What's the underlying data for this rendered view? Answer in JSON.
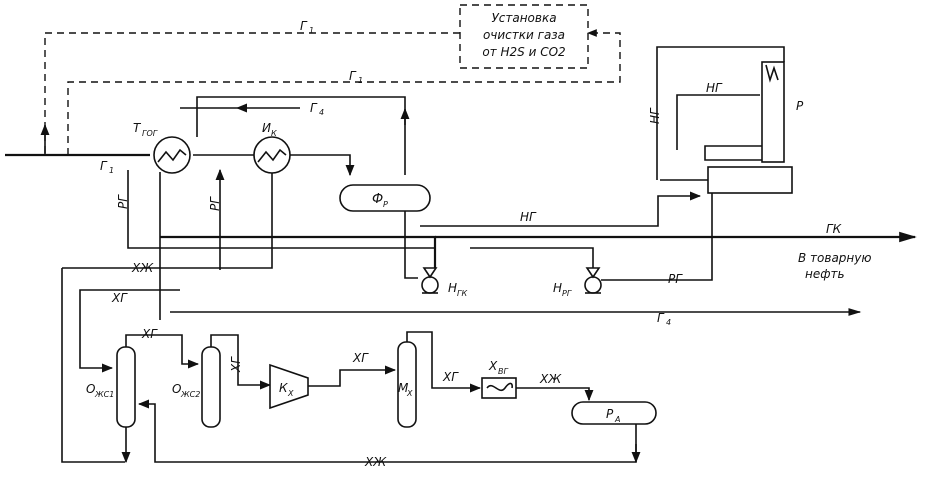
{
  "labels": {
    "unit_line1": "Установка",
    "unit_line2": "очистки газа",
    "unit_line3": "от H2S и CO2",
    "g1": "Г",
    "g1_sub": "1",
    "g4": "Г",
    "g4_sub": "4",
    "t_gg": "Т",
    "t_gg_sub": "ГОГ",
    "i_k": "И",
    "i_k_sub": "К",
    "f_r": "Ф",
    "f_r_sub": "Р",
    "ng": "НГ",
    "rg": "РГ",
    "gk": "ГК",
    "xzh": "ХЖ",
    "xg": "ХГ",
    "h_gk": "Н",
    "h_gk_sub": "ГК",
    "h_rg": "Н",
    "h_rg_sub": "РГ",
    "to_oil_line1": "В товарную",
    "to_oil_line2": "нефть",
    "o_zh1": "О",
    "o_zh1_sub": "ЖС1",
    "o_zh2": "О",
    "o_zh2_sub": "ЖС2",
    "k_x": "К",
    "k_x_sub": "Х",
    "m_x": "М",
    "m_x_sub": "Х",
    "x_vg": "Х",
    "x_vg_sub": "ВГ",
    "p_a": "Р",
    "p_a_sub": "А",
    "p": "Р"
  }
}
